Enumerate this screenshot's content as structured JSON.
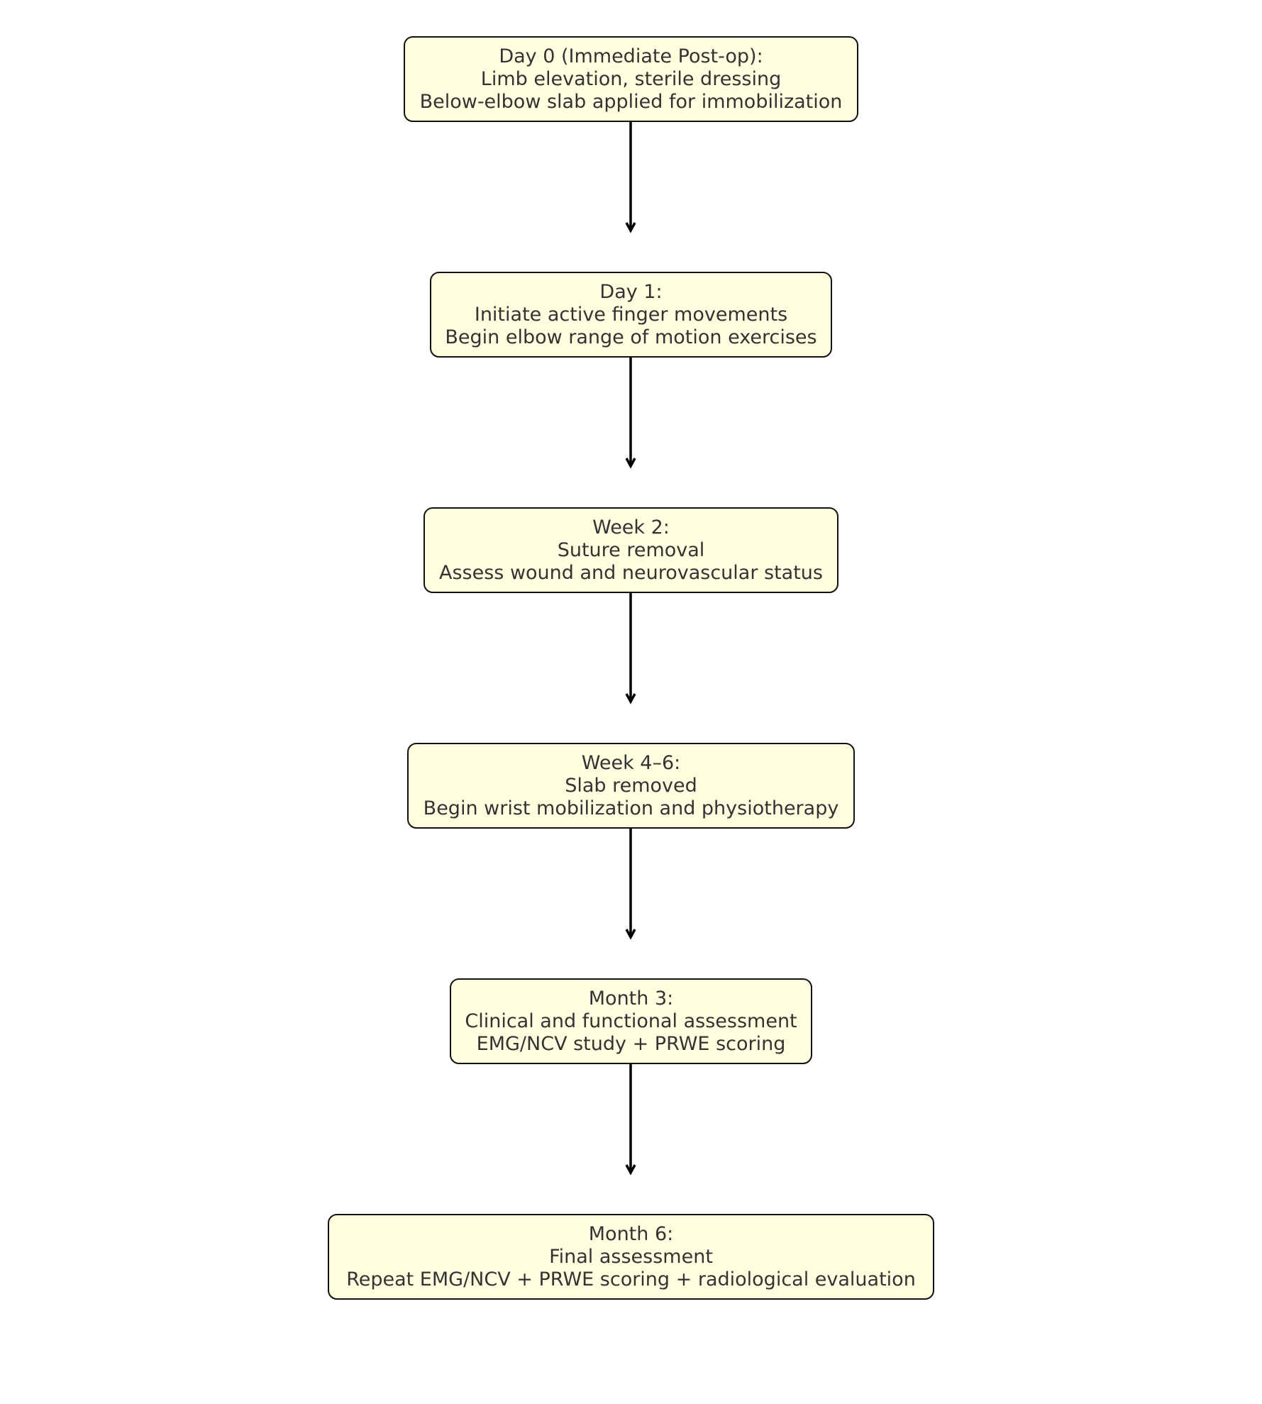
{
  "colors": {
    "box_fill": "#ffffe0",
    "box_border": "#111111",
    "text": "#333333",
    "arrow": "#000000"
  },
  "steps": [
    {
      "heading": "Day 0 (Immediate Post-op):",
      "line1": "Limb elevation, sterile dressing",
      "line2": "Below-elbow slab applied for immobilization"
    },
    {
      "heading": "Day 1:",
      "line1": "Initiate active finger movements",
      "line2": "Begin elbow range of motion exercises"
    },
    {
      "heading": "Week 2:",
      "line1": "Suture removal",
      "line2": "Assess wound and neurovascular status"
    },
    {
      "heading": "Week 4–6:",
      "line1": "Slab removed",
      "line2": "Begin wrist mobilization and physiotherapy"
    },
    {
      "heading": "Month 3:",
      "line1": "Clinical and functional assessment",
      "line2": "EMG/NCV study + PRWE scoring"
    },
    {
      "heading": "Month 6:",
      "line1": "Final assessment",
      "line2": "Repeat EMG/NCV + PRWE scoring + radiological evaluation"
    }
  ],
  "connections": [
    {
      "from": 0,
      "to": 1
    },
    {
      "from": 1,
      "to": 2
    },
    {
      "from": 2,
      "to": 3
    },
    {
      "from": 3,
      "to": 4
    },
    {
      "from": 4,
      "to": 5
    }
  ]
}
